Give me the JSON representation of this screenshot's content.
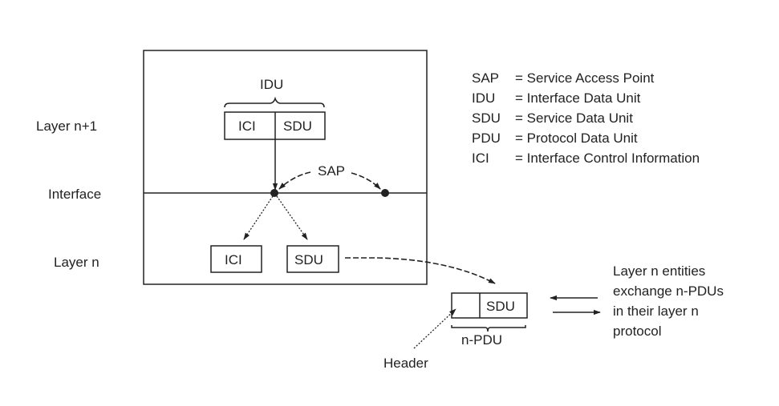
{
  "diagram": {
    "row_labels": {
      "layer_upper": "Layer n+1",
      "interface": "Interface",
      "layer_lower": "Layer n"
    },
    "idu": {
      "brace_label": "IDU",
      "fields": [
        "ICI",
        "SDU"
      ]
    },
    "sap_label": "SAP",
    "layer_n_boxes": [
      "ICI",
      "SDU"
    ],
    "pdu": {
      "header_field": "",
      "sdu_field": "SDU",
      "brace_label": "n-PDU",
      "header_label": "Header"
    },
    "exchange_caption": [
      "Layer n entities",
      "exchange n-PDUs",
      "in their layer n",
      "protocol"
    ],
    "legend": [
      {
        "abbr": "SAP",
        "meaning": "= Service Access Point"
      },
      {
        "abbr": "IDU",
        "meaning": "= Interface Data Unit"
      },
      {
        "abbr": "SDU",
        "meaning": "= Service Data Unit"
      },
      {
        "abbr": "PDU",
        "meaning": "= Protocol Data Unit"
      },
      {
        "abbr": "ICI",
        "meaning": "= Interface Control Information"
      }
    ],
    "colors": {
      "ink": "#222222",
      "background": "#ffffff"
    }
  }
}
